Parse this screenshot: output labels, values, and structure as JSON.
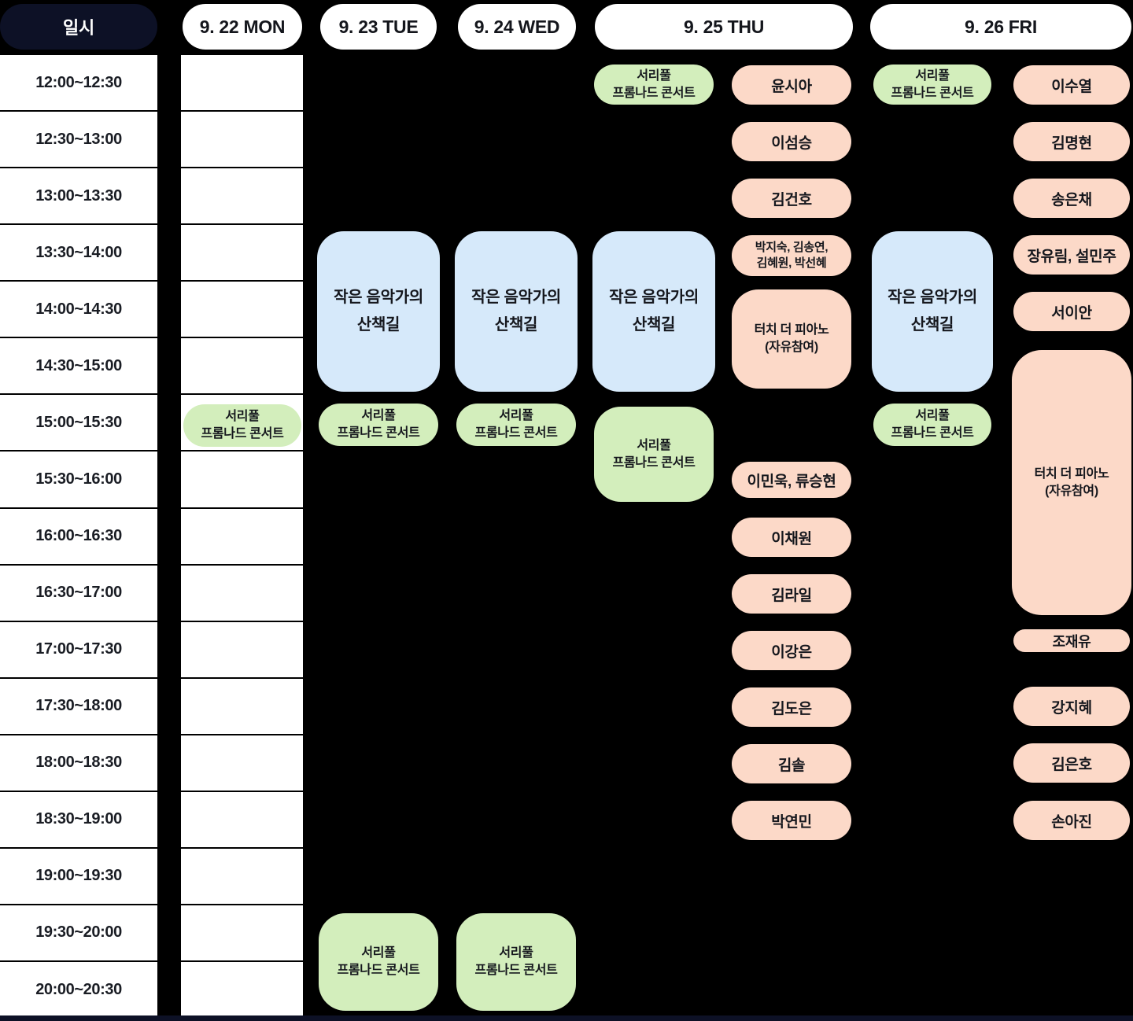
{
  "colors": {
    "green": "#d3eebc",
    "pink": "#fcd9c8",
    "blue": "#d6e9fa",
    "dark": "#0d1126"
  },
  "chart_data": {
    "type": "table",
    "title": "공연 주간 시간표",
    "header": {
      "time_label": "일시",
      "days": [
        {
          "label": "9. 22 MON"
        },
        {
          "label": "9. 23 TUE"
        },
        {
          "label": "9. 24 WED"
        },
        {
          "label": "9. 25 THU"
        },
        {
          "label": "9. 26 FRI"
        }
      ]
    },
    "time_slots": [
      "12:00~12:30",
      "12:30~13:00",
      "13:00~13:30",
      "13:30~14:00",
      "14:00~14:30",
      "14:30~15:00",
      "15:00~15:30",
      "15:30~16:00",
      "16:00~16:30",
      "16:30~17:00",
      "17:00~17:30",
      "17:30~18:00",
      "18:00~18:30",
      "18:30~19:00",
      "19:00~19:30",
      "19:30~20:00",
      "20:00~20:30"
    ],
    "events": [
      {
        "day": "9. 22 MON",
        "time": "15:00~15:30",
        "line1": "서리풀",
        "line2": "프롬나드 콘서트",
        "color": "green"
      },
      {
        "day": "9. 23 TUE",
        "time": "13:30~15:00",
        "line1": "작은 음악가의",
        "line2": "산책길",
        "color": "blue"
      },
      {
        "day": "9. 23 TUE",
        "time": "15:00~15:30",
        "line1": "서리풀",
        "line2": "프롬나드 콘서트",
        "color": "green"
      },
      {
        "day": "9. 23 TUE",
        "time": "19:30~20:30",
        "line1": "서리풀",
        "line2": "프롬나드 콘서트",
        "color": "green"
      },
      {
        "day": "9. 24 WED",
        "time": "13:30~15:00",
        "line1": "작은 음악가의",
        "line2": "산책길",
        "color": "blue"
      },
      {
        "day": "9. 24 WED",
        "time": "15:00~15:30",
        "line1": "서리풀",
        "line2": "프롬나드 콘서트",
        "color": "green"
      },
      {
        "day": "9. 24 WED",
        "time": "19:30~20:30",
        "line1": "서리풀",
        "line2": "프롬나드 콘서트",
        "color": "green"
      },
      {
        "day": "9. 25 THU",
        "time": "12:00~12:30",
        "line1": "서리풀",
        "line2": "프롬나드 콘서트",
        "color": "green"
      },
      {
        "day": "9. 25 THU",
        "time": "13:30~15:00",
        "line1": "작은 음악가의",
        "line2": "산책길",
        "color": "blue"
      },
      {
        "day": "9. 25 THU",
        "time": "15:00~16:00",
        "line1": "서리풀",
        "line2": "프롬나드 콘서트",
        "color": "green"
      },
      {
        "day": "9. 25 THU",
        "time": "12:00~12:30",
        "name": "윤시아",
        "color": "pink"
      },
      {
        "day": "9. 25 THU",
        "time": "12:30~13:00",
        "name": "이섬승",
        "color": "pink"
      },
      {
        "day": "9. 25 THU",
        "time": "13:00~13:30",
        "name": "김건호",
        "color": "pink"
      },
      {
        "day": "9. 25 THU",
        "time": "13:30~14:00",
        "line1": "박지숙, 김송연,",
        "line2": "김혜원, 박선혜",
        "color": "pink"
      },
      {
        "day": "9. 25 THU",
        "time": "14:00~15:00",
        "line1": "터치 더 피아노",
        "line2": "(자유참여)",
        "color": "pink"
      },
      {
        "day": "9. 25 THU",
        "time": "15:30~16:00",
        "name": "이민욱, 류승현",
        "color": "pink"
      },
      {
        "day": "9. 25 THU",
        "time": "16:00~16:30",
        "name": "이채원",
        "color": "pink"
      },
      {
        "day": "9. 25 THU",
        "time": "16:30~17:00",
        "name": "김라일",
        "color": "pink"
      },
      {
        "day": "9. 25 THU",
        "time": "17:00~17:30",
        "name": "이강은",
        "color": "pink"
      },
      {
        "day": "9. 25 THU",
        "time": "17:30~18:00",
        "name": "김도은",
        "color": "pink"
      },
      {
        "day": "9. 25 THU",
        "time": "18:00~18:30",
        "name": "김솔",
        "color": "pink"
      },
      {
        "day": "9. 25 THU",
        "time": "18:30~19:00",
        "name": "박연민",
        "color": "pink"
      },
      {
        "day": "9. 26 FRI",
        "time": "12:00~12:30",
        "line1": "서리풀",
        "line2": "프롬나드 콘서트",
        "color": "green"
      },
      {
        "day": "9. 26 FRI",
        "time": "13:30~15:00",
        "line1": "작은 음악가의",
        "line2": "산책길",
        "color": "blue"
      },
      {
        "day": "9. 26 FRI",
        "time": "15:00~15:30",
        "line1": "서리풀",
        "line2": "프롬나드 콘서트",
        "color": "green"
      },
      {
        "day": "9. 26 FRI",
        "time": "12:00~12:30",
        "name": "이수열",
        "color": "pink"
      },
      {
        "day": "9. 26 FRI",
        "time": "12:30~13:00",
        "name": "김명현",
        "color": "pink"
      },
      {
        "day": "9. 26 FRI",
        "time": "13:00~13:30",
        "name": "송은채",
        "color": "pink"
      },
      {
        "day": "9. 26 FRI",
        "time": "13:30~14:00",
        "name": "장유림, 설민주",
        "color": "pink"
      },
      {
        "day": "9. 26 FRI",
        "time": "14:00~14:30",
        "name": "서이안",
        "color": "pink"
      },
      {
        "day": "9. 26 FRI",
        "time": "14:30~17:00",
        "line1": "터치 더 피아노",
        "line2": "(자유참여)",
        "color": "pink"
      },
      {
        "day": "9. 26 FRI",
        "time": "17:00~17:30",
        "name": "조재유",
        "color": "pink"
      },
      {
        "day": "9. 26 FRI",
        "time": "17:30~18:00",
        "name": "강지혜",
        "color": "pink"
      },
      {
        "day": "9. 26 FRI",
        "time": "18:00~18:30",
        "name": "김은호",
        "color": "pink"
      },
      {
        "day": "9. 26 FRI",
        "time": "18:30~19:00",
        "name": "손아진",
        "color": "pink"
      }
    ]
  }
}
